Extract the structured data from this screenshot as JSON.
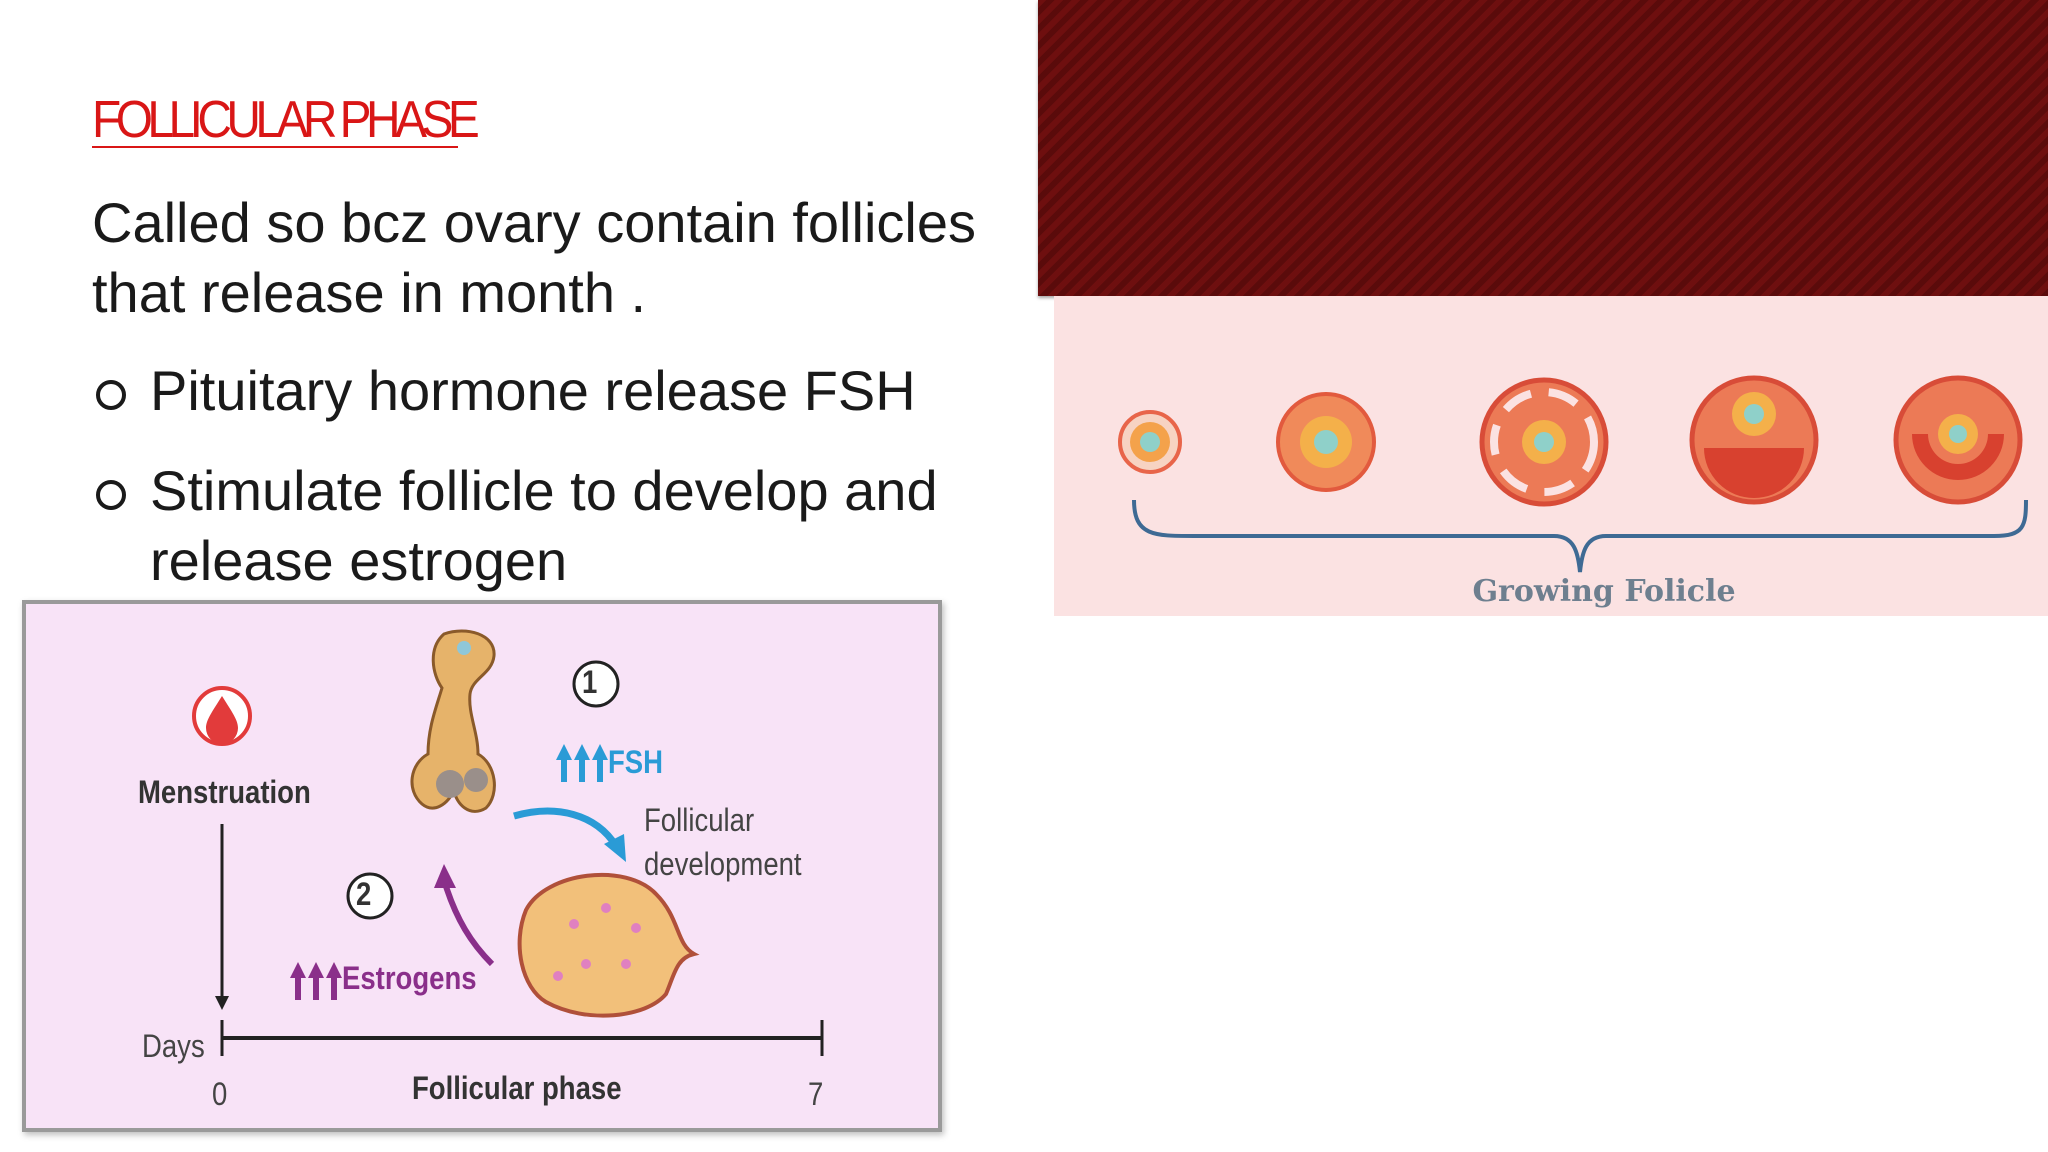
{
  "slide": {
    "title": "FOLLICULAR PHASE",
    "intro": "Called so bcz ovary contain follicles that release in month .",
    "bullets": [
      "Pituitary hormone release FSH",
      "Stimulate follicle to develop and release estrogen"
    ]
  },
  "follicle_image": {
    "label": "Growing Folicle"
  },
  "cycle_diagram": {
    "step1": "1",
    "step2": "2",
    "menstruation": "Menstruation",
    "fsh": "FSH",
    "follicular_line1": "Follicular",
    "follicular_line2": "development",
    "estrogens": "Estrogens",
    "days": "Days",
    "day_start": "0",
    "day_end": "7",
    "phase": "Follicular phase"
  },
  "colors": {
    "title": "#d91616",
    "stripe_panel": "#6e0f0f",
    "follicle_bg": "#fbe2e2",
    "diagram_bg": "#f8e3f7",
    "fsh": "#2a9bd6",
    "estrogen": "#8a2f8a"
  }
}
